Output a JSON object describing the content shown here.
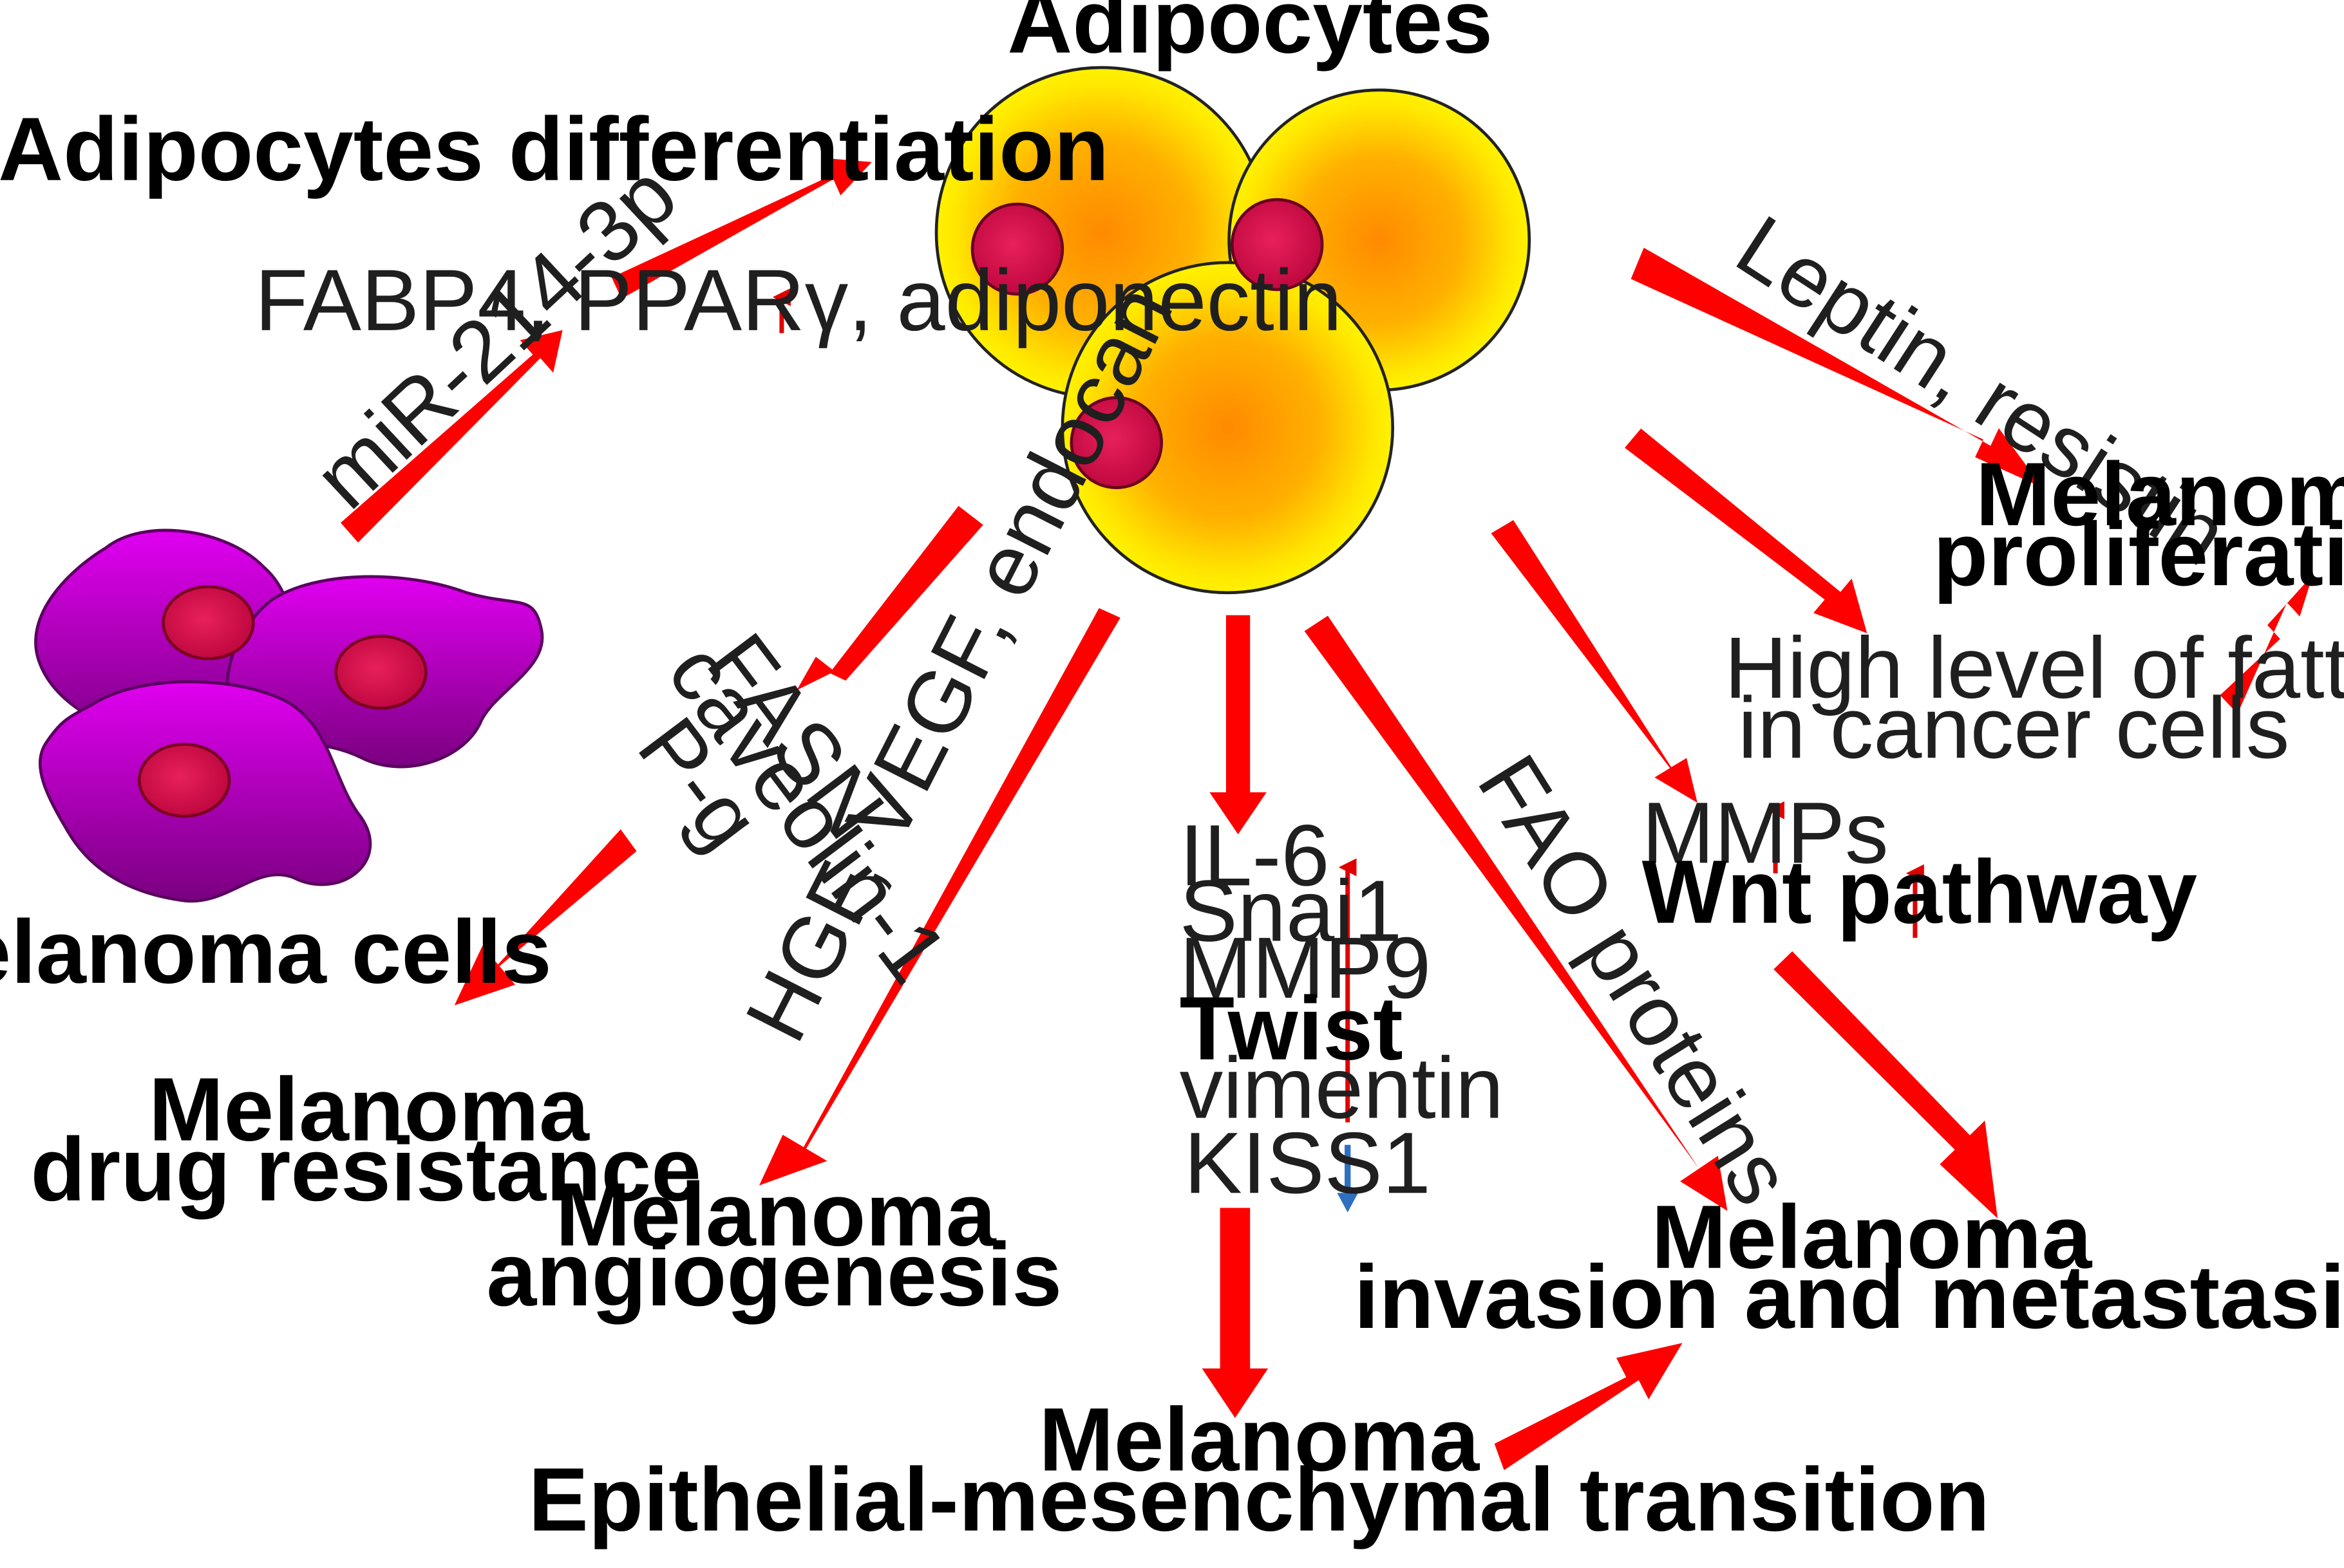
{
  "labels": {
    "adipocytes": "Adipocytes",
    "adipocytes_differentiation": "Adipocytes differentiation",
    "fabp4_line": "FABP4, PPARγ, adiponectin",
    "mir": "miR-214-3p",
    "melanoma_cells": "Melanoma cells",
    "fasn": "FASN",
    "caveolin": "caveolin-1",
    "pg": "P-g",
    "drug_resistance_1": "Melanoma",
    "drug_resistance_2": "drug resistance",
    "hgf": "HGF, VEGF, endocan",
    "angiogenesis_1": "Melanoma",
    "angiogenesis_2": "angiogenesis",
    "il6": "IL-6",
    "snai1": "Snai1",
    "mmp9": "MMP9",
    "twist": "Twist",
    "vimentin": "vimentin",
    "kiss1": "KISS1",
    "emt_1": "Melanoma",
    "emt_2": "Epithelial-mesenchymal transition",
    "fao": "FAO proteins",
    "mmps": "MMPs",
    "wnt": "Wnt pathway",
    "invasion_1": "Melanoma",
    "invasion_2": "invasion and metastasis",
    "leptin": "Leptin, resistin",
    "proliferation_1": "Melanoma",
    "proliferation_2": "proliferation",
    "fatty_1": "High level of fatty acids",
    "fatty_2": "in cancer cells"
  },
  "colors": {
    "arrow": "#ff0000",
    "up_marker": "#e00000",
    "down_marker": "#2e6fc0",
    "cell_fill": "#a000a8",
    "nucleus": "#d81050",
    "adipocyte_outer": "#ffee00",
    "adipocyte_inner": "#ff9500"
  }
}
